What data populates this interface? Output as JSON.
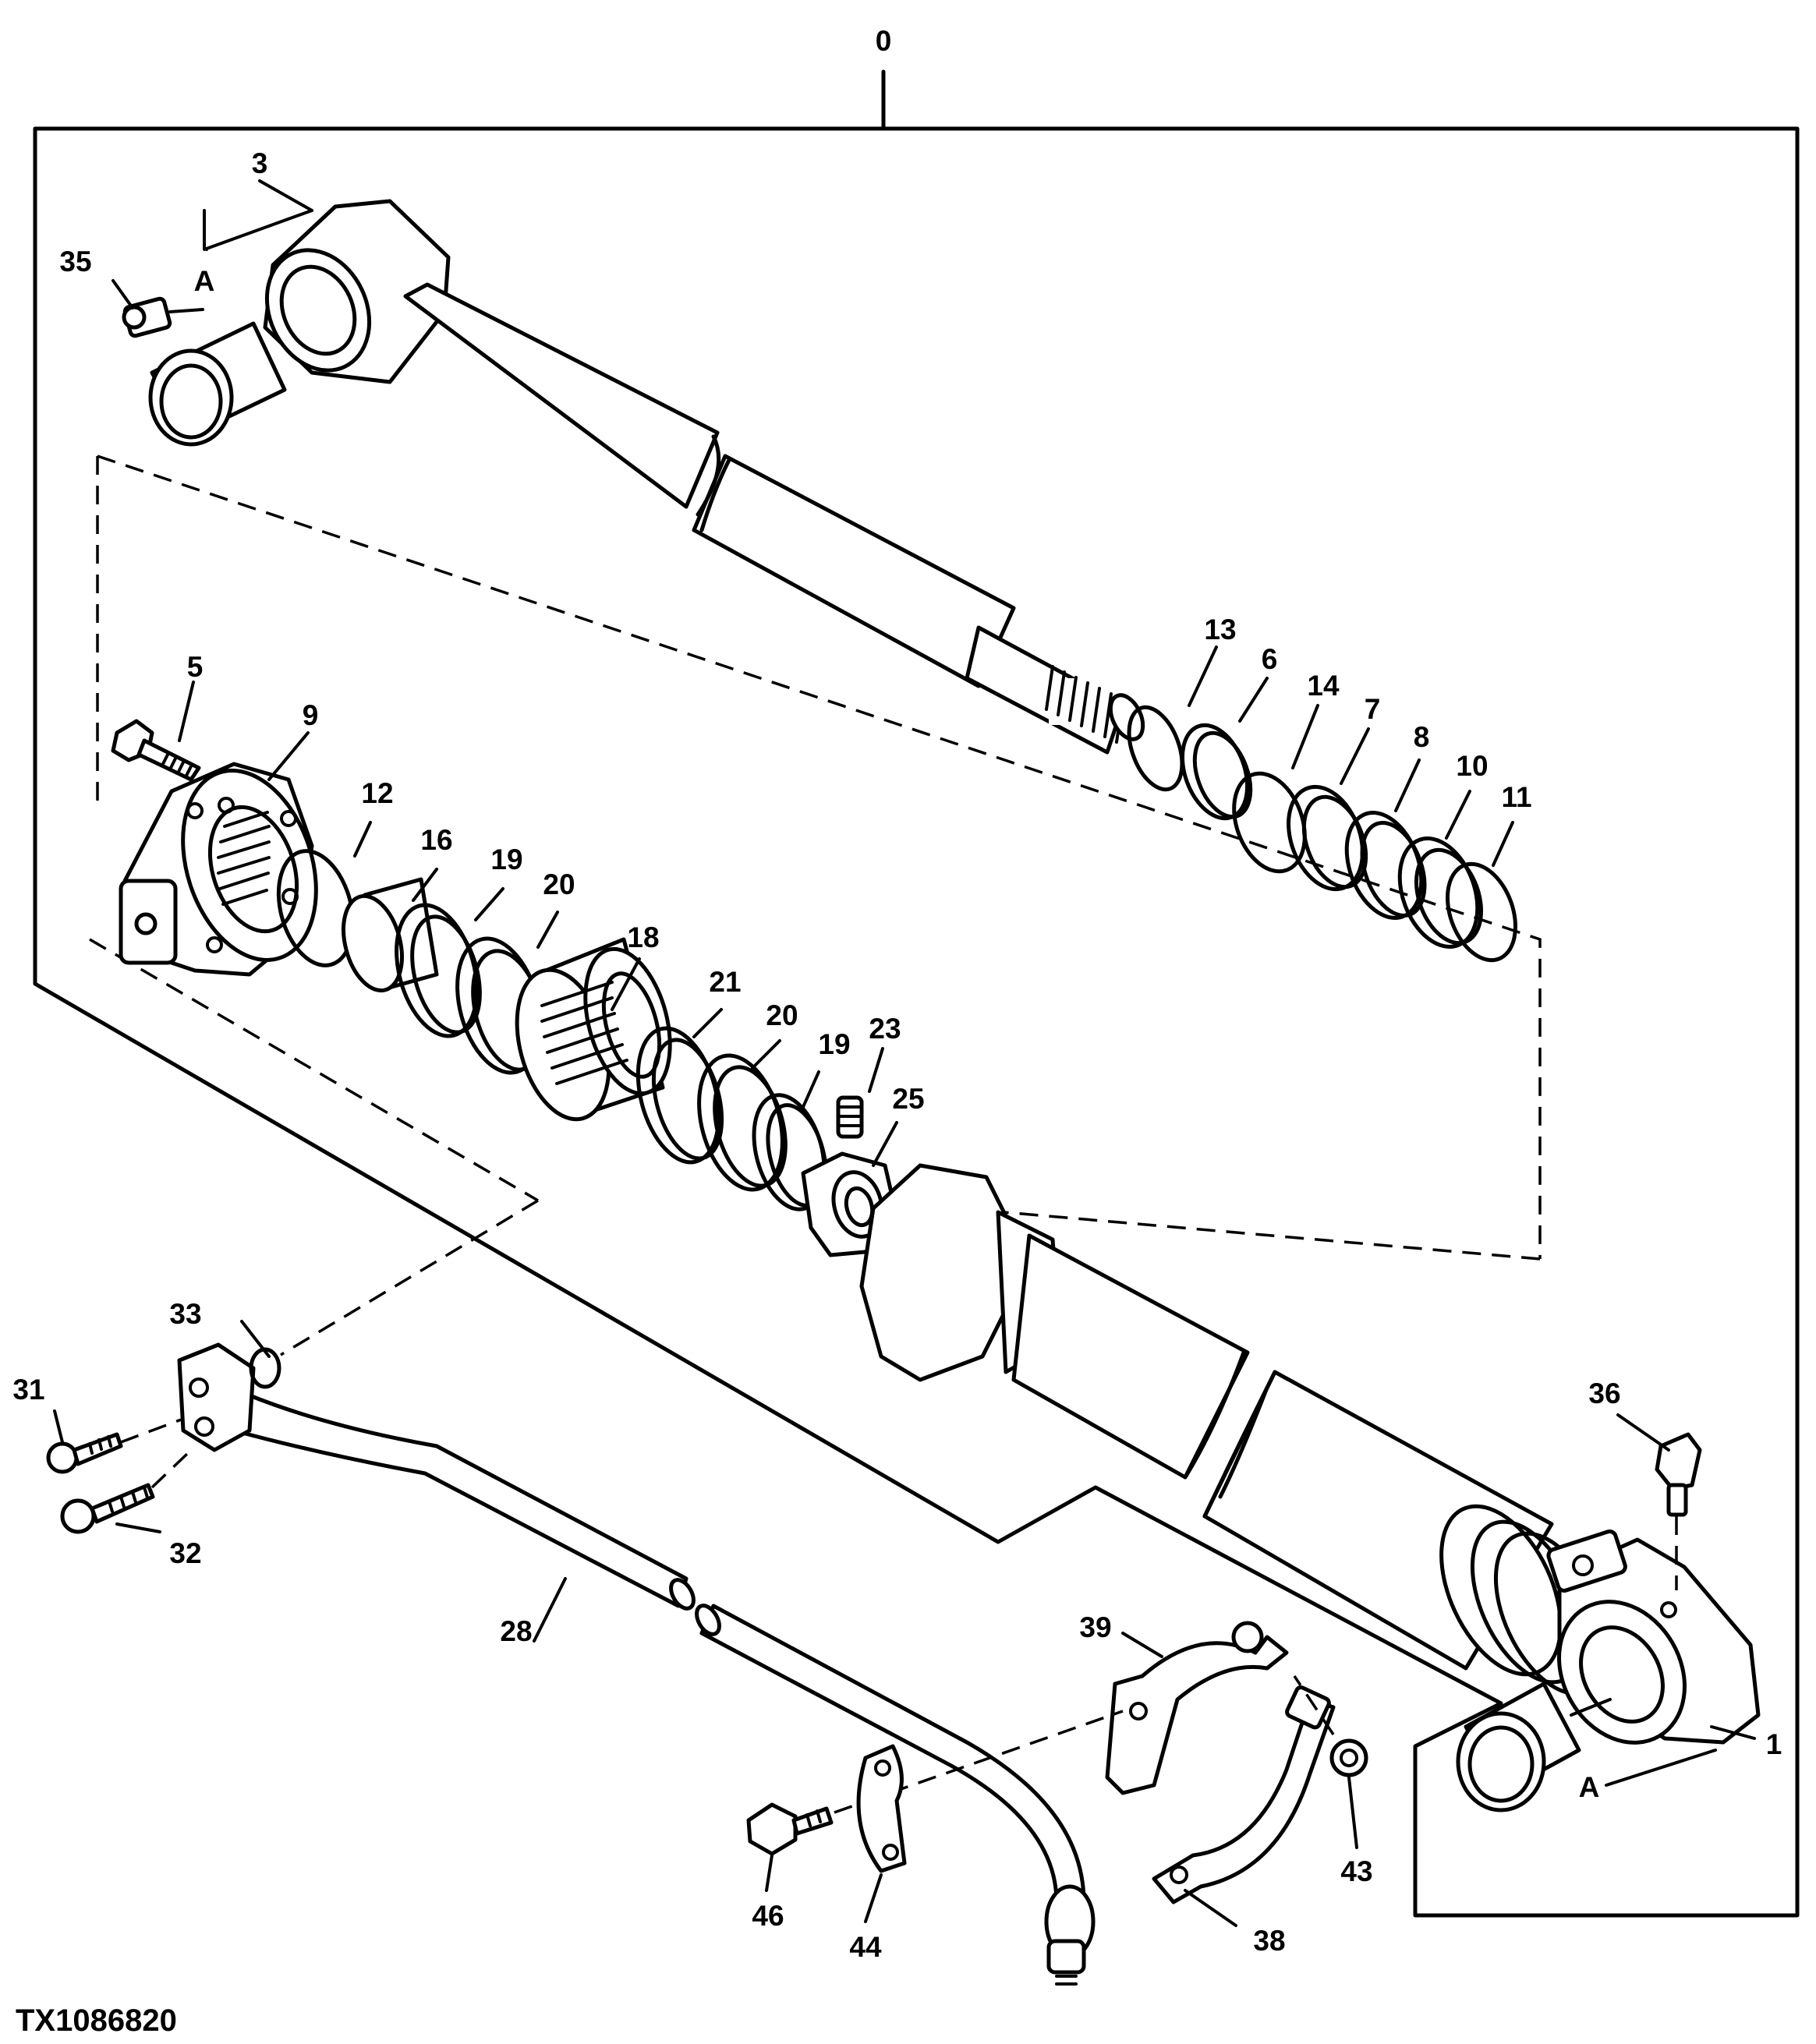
{
  "figure_code": "TX1086820",
  "callouts": {
    "c0": "0",
    "c1": "1",
    "c3": "3",
    "c5": "5",
    "c6": "6",
    "c7": "7",
    "c8": "8",
    "c9": "9",
    "c10": "10",
    "c11": "11",
    "c12": "12",
    "c13": "13",
    "c14": "14",
    "c16": "16",
    "c18": "18",
    "c19a": "19",
    "c19b": "19",
    "c20a": "20",
    "c20b": "20",
    "c21": "21",
    "c23": "23",
    "c25": "25",
    "c28": "28",
    "c31": "31",
    "c32": "32",
    "c33": "33",
    "c35": "35",
    "c36": "36",
    "c38": "38",
    "c39": "39",
    "c43": "43",
    "c44": "44",
    "c46": "46",
    "a_top": "A",
    "a_bottom": "A"
  }
}
